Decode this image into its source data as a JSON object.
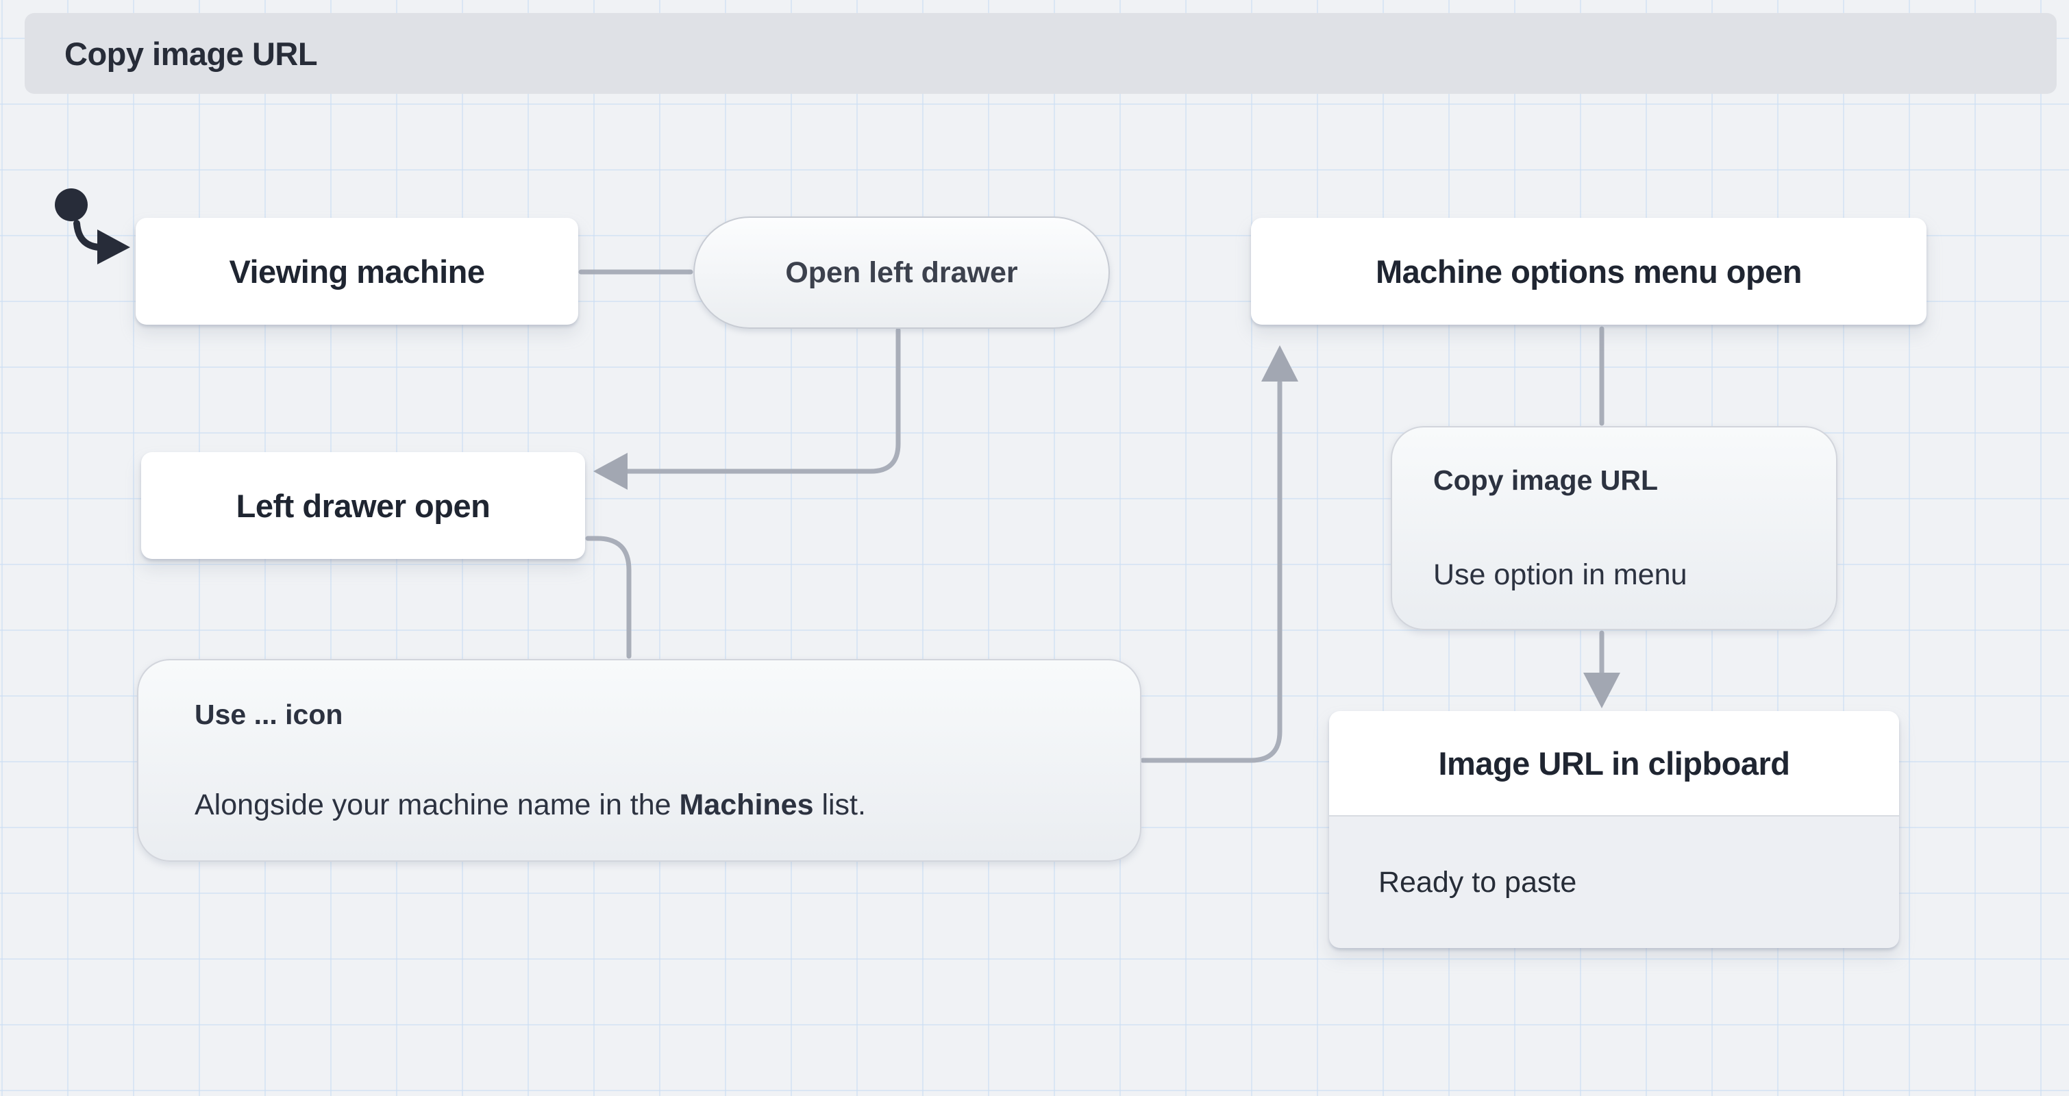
{
  "title_bar": {
    "label": "Copy image URL"
  },
  "diagram": {
    "states": {
      "viewing_machine": {
        "label": "Viewing machine"
      },
      "machine_options_menu": {
        "label": "Machine options menu open"
      },
      "left_drawer_open": {
        "label": "Left drawer open"
      },
      "image_url_clipboard": {
        "title": "Image URL in clipboard",
        "body": "Ready to paste"
      }
    },
    "transitions": {
      "open_left_drawer": {
        "label": "Open left drawer"
      }
    },
    "notes": {
      "copy_image_url": {
        "title": "Copy image URL",
        "body": "Use option in menu"
      },
      "use_icon": {
        "title": "Use ... icon",
        "body_prefix": "Alongside your machine name in the ",
        "body_bold": "Machines",
        "body_suffix": " list."
      }
    },
    "colors": {
      "background": "#f0f2f5",
      "grid_line": "#d5e3f4",
      "title_bar_bg": "#dfe1e6",
      "state_bg": "#ffffff",
      "state_text": "#1f2531",
      "pill_border": "#c7cbd3",
      "note_border": "#d2d5dc",
      "edge_line": "#a9aeb9",
      "start_node": "#272c39",
      "clipboard_body_bg": "#edeff3"
    }
  }
}
